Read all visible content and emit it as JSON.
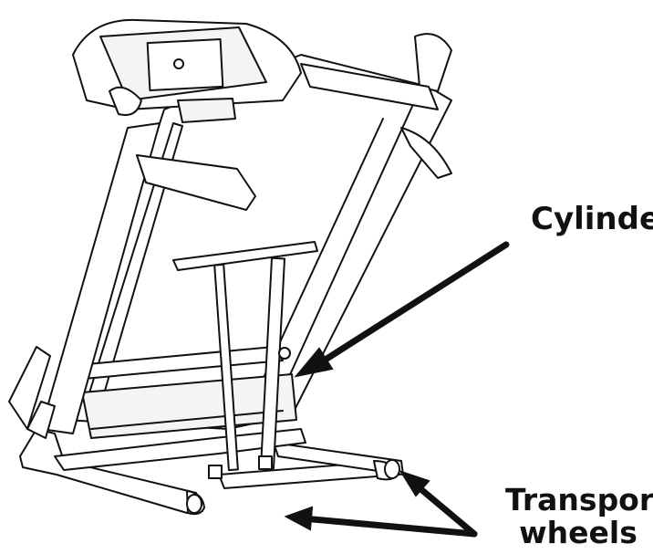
{
  "labels": {
    "cylinder": "Cylinder",
    "transport_line1": "Transport",
    "transport_line2": "wheels"
  },
  "colors": {
    "line": "#111111",
    "fill": "#ffffff",
    "panel": "#f4f4f4"
  }
}
